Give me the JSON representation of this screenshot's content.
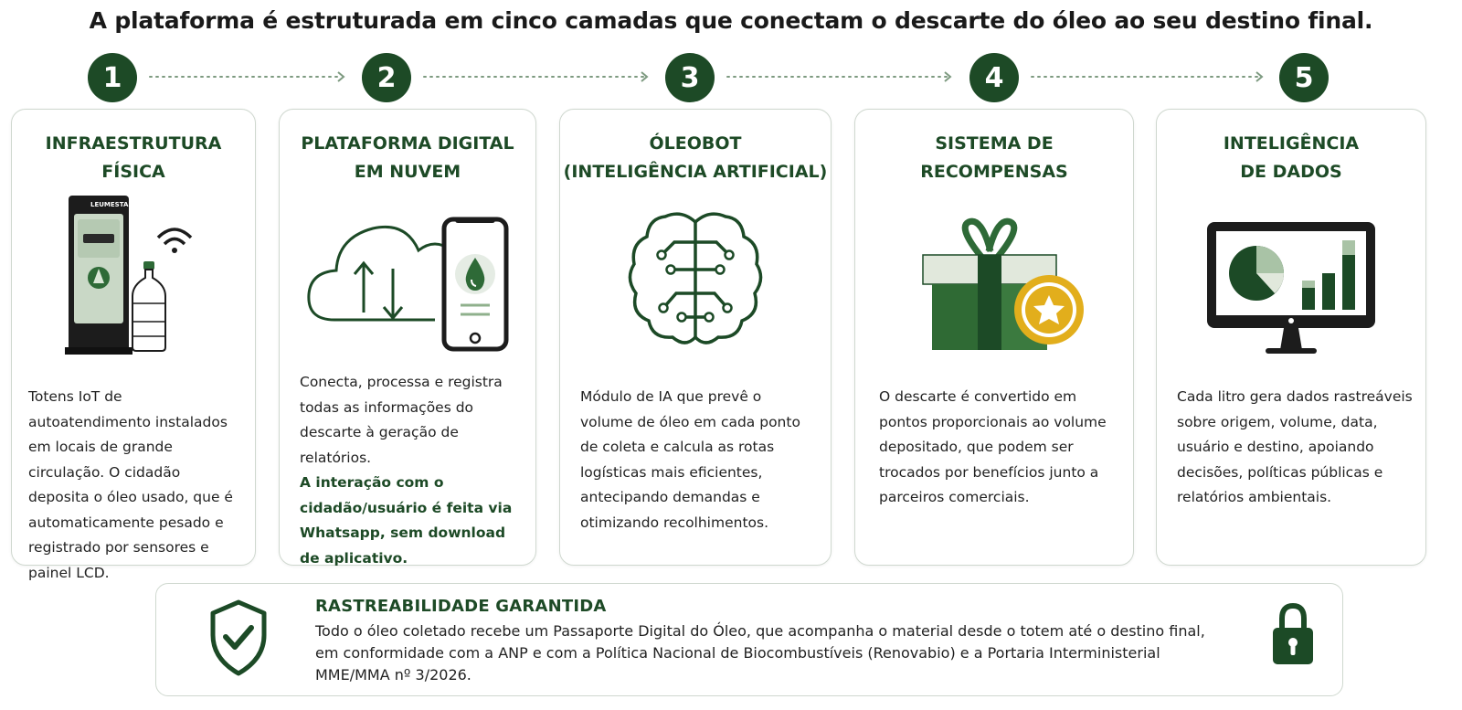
{
  "title": "A plataforma é estruturada em cinco camadas que conectam o descarte do óleo ao seu destino final.",
  "colors": {
    "primary": "#1d4a26",
    "light_green": "#a9c3a6",
    "gold": "#e2ae1c",
    "border": "#cfd8cf"
  },
  "steps": [
    {
      "number": "1",
      "title_lines": [
        "INFRAESTRUTURA",
        "FÍSICA"
      ],
      "icon": "oil-totem-kiosk-icon",
      "kiosk_brand": "LEUMESTA",
      "text": "Totens IoT de autoatendimento instalados em locais de grande circulação. O cidadão deposita o óleo usado, que é automaticamente pesado e registrado por sensores e painel LCD.",
      "highlight": ""
    },
    {
      "number": "2",
      "title_lines": [
        "PLATAFORMA DIGITAL",
        "EM NUVEM"
      ],
      "icon": "cloud-sync-phone-icon",
      "text": "Conecta, processa e registra todas as informações do descarte à geração de relatórios.",
      "highlight": "A interação com o cidadão/usuário é feita via Whatsapp, sem download de aplicativo."
    },
    {
      "number": "3",
      "title_lines": [
        "ÓLEOBOT",
        "(INTELIGÊNCIA ARTIFICIAL)"
      ],
      "icon": "ai-brain-circuit-icon",
      "text": "Módulo de IA que prevê o volume de óleo em cada ponto de coleta e calcula as rotas logísticas mais eficientes, antecipando demandas e otimizando recolhimentos.",
      "highlight": ""
    },
    {
      "number": "4",
      "title_lines": [
        "SISTEMA DE",
        "RECOMPENSAS"
      ],
      "icon": "gift-star-reward-icon",
      "text": "O descarte é convertido em pontos proporcionais ao volume depositado, que podem ser trocados por benefícios junto a parceiros comerciais.",
      "highlight": ""
    },
    {
      "number": "5",
      "title_lines": [
        "INTELIGÊNCIA",
        "DE DADOS"
      ],
      "icon": "monitor-analytics-icon",
      "text": "Cada litro gera dados rastreáveis sobre origem, volume, data, usuário e destino, apoiando decisões, políticas públicas e relatórios ambientais.",
      "highlight": ""
    }
  ],
  "footer": {
    "title": "RASTREABILIDADE GARANTIDA",
    "text": "Todo o óleo coletado recebe um Passaporte Digital do Óleo, que acompanha o material desde o totem até o destino final, em conformidade com a ANP e com a Política Nacional de Biocombustíveis (Renovabio) e a Portaria Interministerial MME/MMA nº 3/2026.",
    "left_icon": "shield-check-icon",
    "right_icon": "padlock-icon"
  }
}
